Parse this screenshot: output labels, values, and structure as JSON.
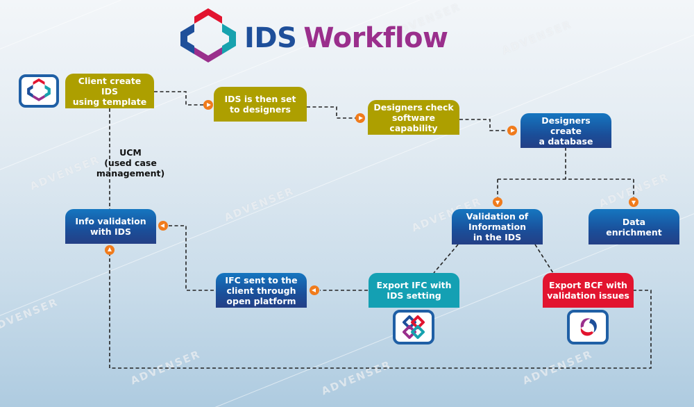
{
  "title": {
    "prefix": "IDS",
    "suffix": "Workflow",
    "colors": {
      "prefix": "#1e4f9a",
      "suffix": "#9a2f8c"
    }
  },
  "watermark": {
    "text": "ADVENSER"
  },
  "colors": {
    "olive": "#ad9f00",
    "blue": "#1a4f9a",
    "teal": "#14a0b3",
    "red": "#e2142f",
    "arrow": "#f07b1c",
    "connector": "#222222"
  },
  "nodes": {
    "client_create": {
      "line1": "Client create",
      "line2": "IDS",
      "line3": "using template"
    },
    "set_to_designers": {
      "line1": "IDS is then set",
      "line2": "to designers"
    },
    "check_software": {
      "line1": "Designers check",
      "line2": "software capability"
    },
    "create_database": {
      "line1": "Designers create",
      "line2": "a database"
    },
    "validation_info": {
      "line1": "Validation of",
      "line2": "Information",
      "line3": "in the IDS"
    },
    "data_enrichment": {
      "line1": "Data",
      "line2": "enrichment"
    },
    "export_ifc": {
      "line1": "Export IFC with",
      "line2": "IDS setting"
    },
    "export_bcf": {
      "line1": "Export BCF with",
      "line2": "validation issues"
    },
    "ifc_sent": {
      "line1": "IFC sent to the",
      "line2": "client through",
      "line3": "open platform"
    },
    "info_validation": {
      "line1": "Info validation",
      "line2": "with IDS"
    }
  },
  "labels": {
    "ucm": {
      "line1": "UCM",
      "line2": "(used case management)"
    }
  },
  "icons": {
    "ids_logo": "ids-hexagon-logo",
    "ifc_logo": "ifc-interlocking-logo",
    "bcf_logo": "bcf-swirl-logo"
  }
}
